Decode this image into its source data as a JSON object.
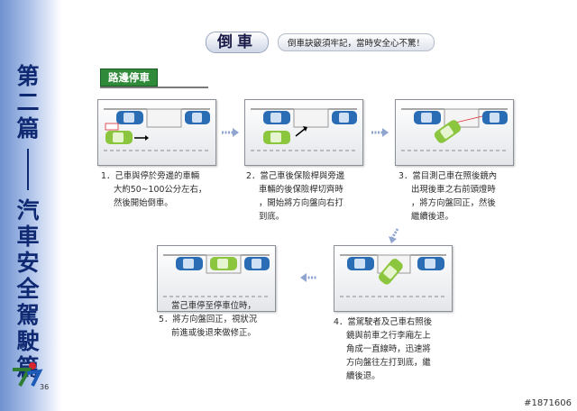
{
  "sidebar": {
    "chapter_chars": [
      "第",
      "二",
      "篇"
    ],
    "book_chars": [
      "汽",
      "車",
      "安",
      "全",
      "駕",
      "駛",
      "篇"
    ],
    "page_number": "36"
  },
  "header": {
    "title": "倒車",
    "subtitle": "倒車訣竅須牢記，當時安全心不驚！"
  },
  "section": {
    "label": "路邊停車"
  },
  "steps": [
    {
      "number": "1",
      "lines": [
        "．己車與停於旁邊的車輛",
        "大約50~100公分左右，",
        "然後開始倒車。"
      ]
    },
    {
      "number": "2",
      "lines": [
        "．當己車後保險桿與旁邊",
        "車輛的後保險桿切齊時",
        "，開始將方向盤向右打",
        "到底。"
      ]
    },
    {
      "number": "3",
      "lines": [
        "．當目測己車在照後鏡內",
        "出現後車之右前頭燈時",
        "，將方向盤回正，然後",
        "繼續後退。"
      ]
    },
    {
      "number": "4",
      "lines": [
        "．當駕駛者及己車右照後",
        "鏡與前車之行李廂左上",
        "角成一直線時，迅速將",
        "方向盤往左打到底，繼",
        "續後退。"
      ]
    },
    {
      "number": "5",
      "lines": [
        "當己車停至停車位時，",
        "．將方向盤回正，視狀況",
        "前進或後退來做修正。"
      ]
    }
  ],
  "watermark": "#1871606",
  "colors": {
    "sidebar": "#6f91cf",
    "section_tab": "#2f8a3a",
    "car_blue": "#2a6db5",
    "car_green": "#8cc63f"
  }
}
